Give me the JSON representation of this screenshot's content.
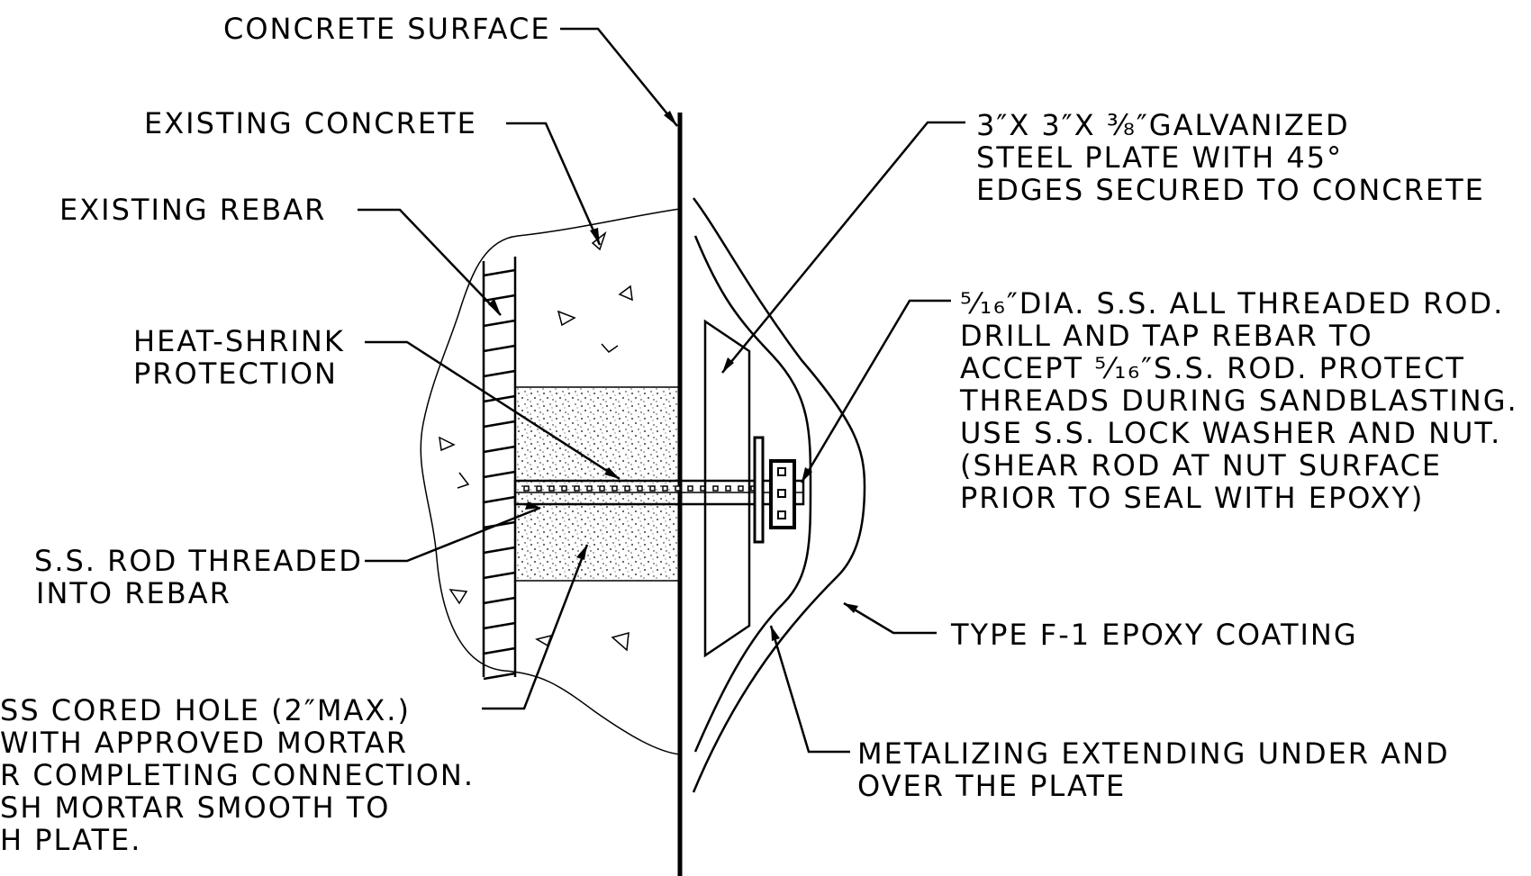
{
  "labels": {
    "concrete_surface": "CONCRETE SURFACE",
    "existing_concrete": "EXISTING CONCRETE",
    "existing_rebar": "EXISTING REBAR",
    "heat_shrink_1": "HEAT-SHRINK",
    "heat_shrink_2": "PROTECTION",
    "ss_rod_1": "S.S. ROD THREADED",
    "ss_rod_2": "INTO REBAR",
    "cored_1": "SS CORED HOLE (2″MAX.)",
    "cored_2": "WITH APPROVED MORTAR",
    "cored_3": "R COMPLETING CONNECTION.",
    "cored_4": "SH MORTAR SMOOTH TO",
    "cored_5": "H PLATE.",
    "plate_1": "3″X 3″X ⅜″GALVANIZED",
    "plate_2": "STEEL PLATE WITH 45°",
    "plate_3": "EDGES SECURED TO CONCRETE",
    "rod_1": "⁵⁄₁₆″DIA. S.S. ALL THREADED ROD.",
    "rod_2": "DRILL AND TAP REBAR TO",
    "rod_3": "ACCEPT ⁵⁄₁₆″S.S. ROD. PROTECT",
    "rod_4": "THREADS DURING SANDBLASTING.",
    "rod_5": "USE S.S. LOCK WASHER AND NUT.",
    "rod_6": "(SHEAR ROD AT NUT SURFACE",
    "rod_7": "PRIOR TO SEAL WITH EPOXY)",
    "epoxy": "TYPE F-1 EPOXY COATING",
    "metal_1": "METALIZING EXTENDING UNDER AND",
    "metal_2": "OVER THE PLATE"
  }
}
